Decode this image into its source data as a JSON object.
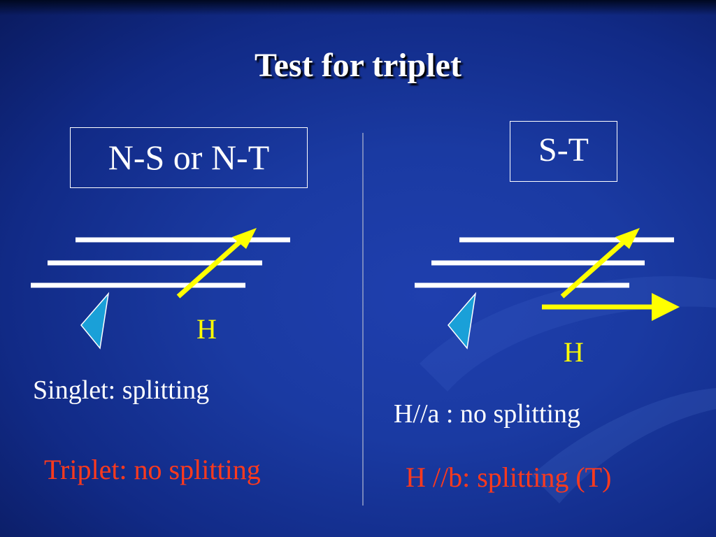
{
  "slide": {
    "title": "Test for triplet"
  },
  "left_panel": {
    "box_label": "N-S or N-T",
    "field_label": "H",
    "line1": "Singlet: splitting",
    "line2": "Triplet: no splitting"
  },
  "right_panel": {
    "box_label": "S-T",
    "field_label": "H",
    "line1": "H//a : no splitting",
    "line2": "H //b: splitting (T)"
  },
  "colors": {
    "background": "#1a3aa2",
    "text": "#ffffff",
    "accent_red": "#ff3a1c",
    "arrow_yellow": "#ffff00",
    "prism": "#1aa0d8"
  }
}
